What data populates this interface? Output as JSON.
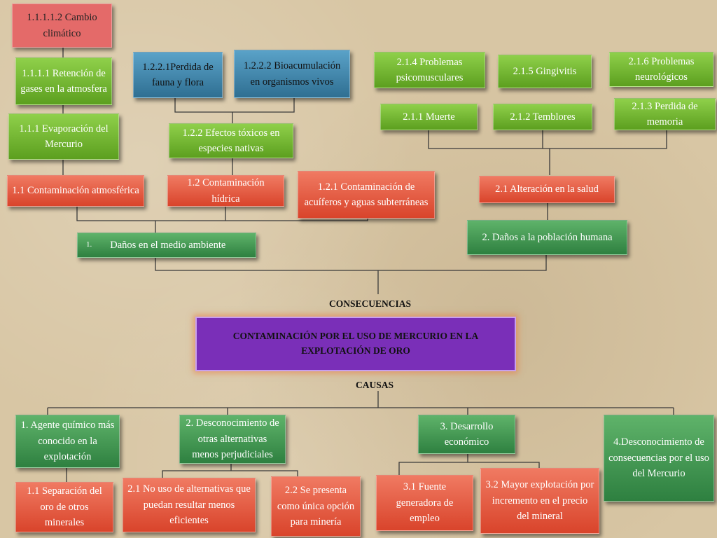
{
  "title": {
    "consecuencias": "CONSECUENCIAS",
    "main": "CONTAMINACIÓN  POR EL USO DE MERCURIO EN LA EXPLOTACIÓN DE ORO",
    "causas": "CAUSAS"
  },
  "consequences": {
    "n11112": "1.1.1.1.2 Cambio climático",
    "n11111": "1.1.1.1 Retención de gases en la atmosfera",
    "n111": "1.1.1 Evaporación del Mercurio",
    "n11": "1.1 Contaminación atmosférica",
    "n1221": "1.2.2.1Perdida de fauna y flora",
    "n1222": "1.2.2.2 Bioacumulación en organismos vivos",
    "n122": "1.2.2 Efectos tóxicos en especies nativas",
    "n12": "1.2 Contaminación hídrica",
    "n121": "1.2.1 Contaminación de acuíferos y aguas subterráneas",
    "n1_num": "1.",
    "n1": "Daños en el medio ambiente",
    "n214": "2.1.4 Problemas psicomusculares",
    "n215": "2.1.5 Gingivitis",
    "n216": "2.1.6 Problemas neurológicos",
    "n211": "2.1.1 Muerte",
    "n212": "2.1.2 Temblores",
    "n213": "2.1.3 Perdida de memoria",
    "n21": "2.1 Alteración en la salud",
    "n2": "2. Daños a la población humana"
  },
  "causes": {
    "c1": "1. Agente químico más conocido en la explotación",
    "c11": "1.1 Separación del oro de otros minerales",
    "c2": "2. Desconocimiento de otras alternativas menos perjudiciales",
    "c21": "2.1 No uso de alternativas que puedan resultar menos eficientes",
    "c22": "2.2 Se presenta como única opción para minería",
    "c3": "3. Desarrollo económico",
    "c31": "3.1 Fuente generadora de empleo",
    "c32": "3.2 Mayor explotación por incremento en el precio del mineral",
    "c4": "4.Desconocimiento de consecuencias por el  uso del Mercurio"
  }
}
